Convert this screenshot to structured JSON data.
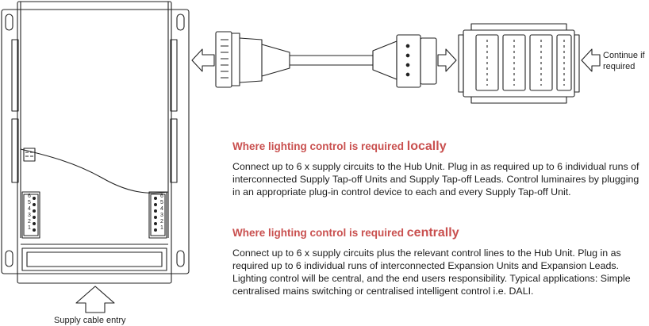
{
  "labels": {
    "continue_line1": "Continue if",
    "continue_line2": "required",
    "supply_cable_entry": "Supply cable entry",
    "terminal_left": [
      "6",
      "5",
      "4",
      "3",
      "2",
      "1"
    ],
    "terminal_right": [
      "6",
      "5",
      "4",
      "3",
      "2",
      "1"
    ]
  },
  "sections": [
    {
      "heading_prefix": "Where lighting control is required",
      "heading_emphasis": "locally",
      "body": "Connect up to 6 x supply circuits to the Hub Unit. Plug in as required up to 6 individual runs of interconnected Supply Tap-off Units and Supply Tap-off Leads. Control luminaires by plugging in an appropriate plug-in control device to each and every Supply Tap-off Unit."
    },
    {
      "heading_prefix": "Where lighting control is required",
      "heading_emphasis": "centrally",
      "body": "Connect up to 6 x supply circuits plus the relevant control lines to the Hub Unit. Plug in as required up to 6 individual runs of interconnected Expansion Units and Expansion Leads. Lighting control will be central, and the end users responsibility. Typical applications: Simple centralised mains switching or centralised intelligent control i.e. DALI."
    }
  ],
  "colors": {
    "heading": "#c9504f",
    "line": "#222222"
  }
}
